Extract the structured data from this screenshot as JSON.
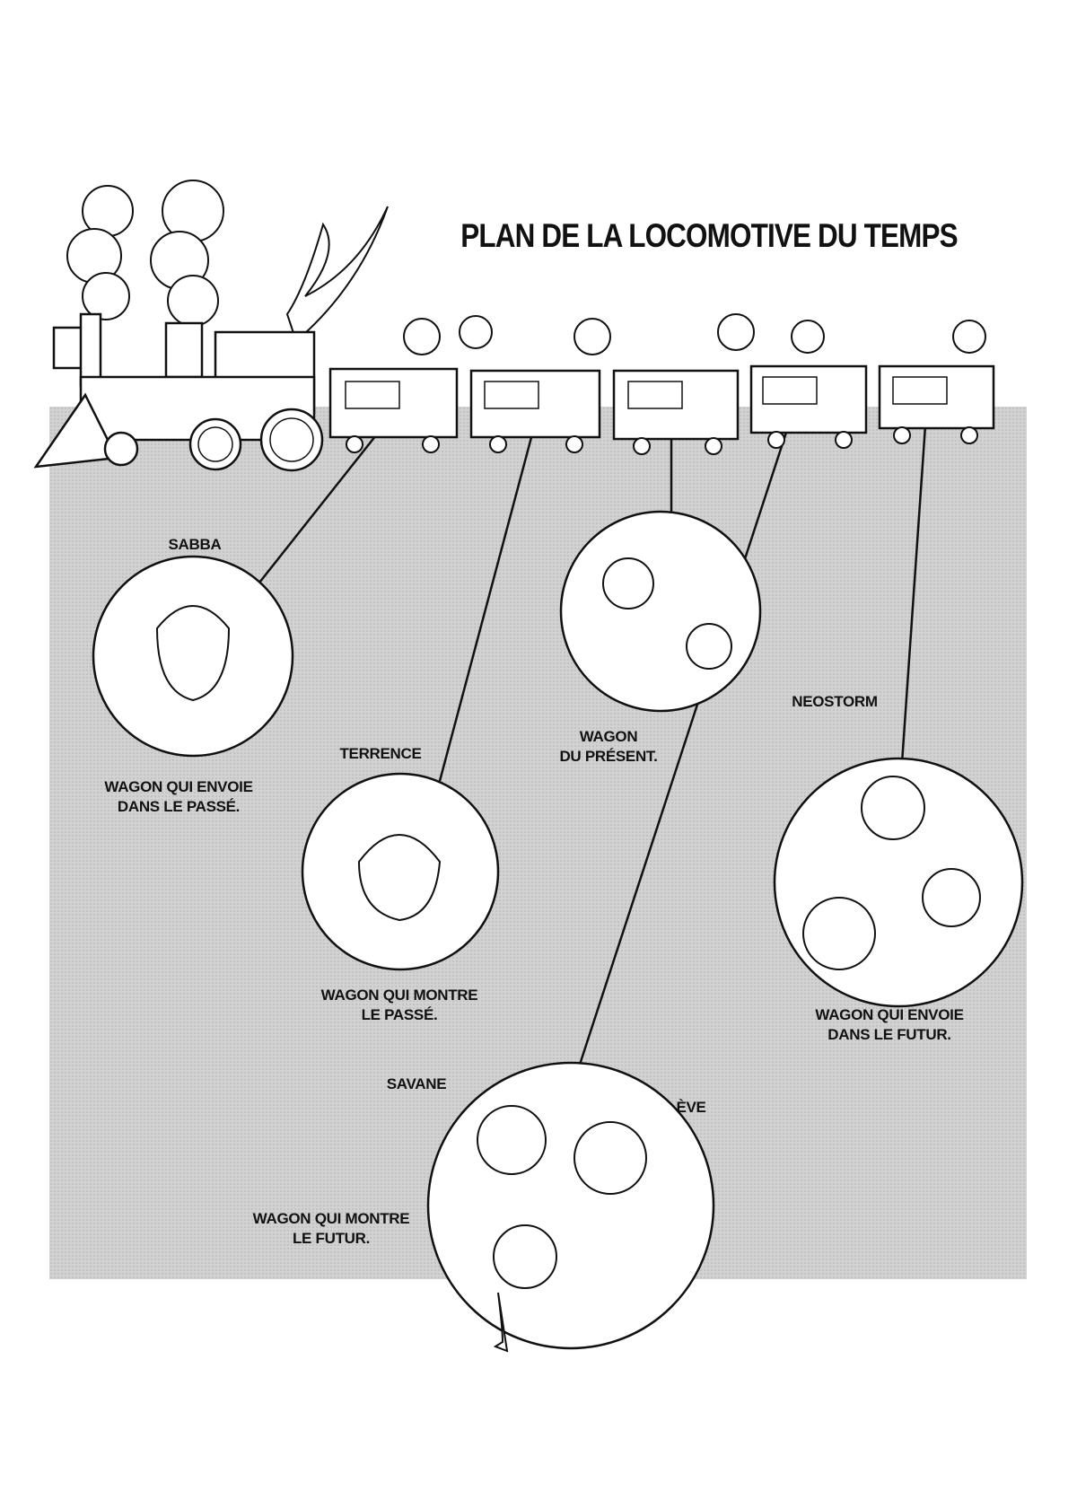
{
  "title": "PLAN DE LA LOCOMOTIVE DU TEMPS",
  "wagons": [
    {
      "character": "SABBA",
      "desc_line1": "WAGON QUI ENVOIE",
      "desc_line2": "DANS LE PASSÉ."
    },
    {
      "character": "TERRENCE",
      "desc_line1": "WAGON QUI MONTRE",
      "desc_line2": "LE PASSÉ."
    },
    {
      "character": "",
      "desc_line1": "WAGON",
      "desc_line2": "DU PRÉSENT."
    },
    {
      "character": "SAVANE",
      "character2": "ÈVE",
      "desc_line1": "WAGON QUI MONTRE",
      "desc_line2": "LE FUTUR."
    },
    {
      "character": "NEOSTORM",
      "desc_line1": "WAGON QUI ENVOIE",
      "desc_line2": "DANS LE FUTUR."
    }
  ]
}
